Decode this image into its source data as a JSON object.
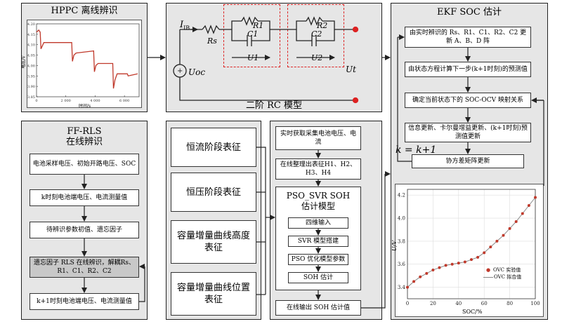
{
  "hppc": {
    "title": "HPPC 离线辨识",
    "ylabel": "电压/V",
    "xlabel": "时间/s",
    "yticks": [
      "4.20",
      "4.15",
      "4.10",
      "4.05",
      "4.00",
      "3.95",
      "3.90",
      "3.85"
    ],
    "xticks": [
      "0",
      "2 000",
      "4 000",
      "6 000"
    ]
  },
  "ffrls": {
    "title_line1": "FF-RLS",
    "title_line2": "在线辨识",
    "steps": [
      "电池采样电压、初始开路电压、SOC",
      "k时刻电池端电压、电流测量值",
      "待辨识参数初值、遗忘因子",
      "遗忘因子 RLS 在线辨识，解耦Rs、R1、C1、R2、C2",
      "k+1时刻电池端电压、电流测量值"
    ]
  },
  "circuit": {
    "title": "二阶 RC 模型",
    "ib": "IB",
    "rs": "Rs",
    "r1": "R1",
    "c1": "C1",
    "r2": "R2",
    "c2": "C2",
    "u1": "U1",
    "u2": "U2",
    "uoc": "Uoc",
    "ut": "Ut"
  },
  "features": {
    "items": [
      "恒流阶段表征",
      "恒压阶段表征",
      "容量增量曲线高度表征",
      "容量增量曲线位置表征"
    ]
  },
  "soh": {
    "step1": "实时获取采集电池电压、电流",
    "step2": "在线整理出表征H1、H2、H3、H4",
    "model_title_line1": "PSO_SVR SOH",
    "model_title_line2": "估计模型",
    "sub": [
      "四维输入",
      "SVR 模型搭建",
      "PSO 优化模型参数",
      "SOH 估计"
    ],
    "output": "在线输出 SOH 估计值"
  },
  "ekf": {
    "title": "EKF SOC 估计",
    "steps": [
      "由实时辨识的 Rs、R1、C1、R2、C2 更新 A、B、D 阵",
      "由状态方程计算下一步(k+1时刻)的预测值",
      "确定当前状态下的 SOC-OCV 映射关系",
      "信息更新、卡尔曼增益更新、(k+1时刻)预测值更新",
      "协方差矩阵更新"
    ],
    "loop_label": "k = k+1"
  },
  "chart_data": {
    "type": "scatter",
    "xlabel": "SOC/%",
    "ylabel": "U/V",
    "xlim": [
      0,
      100
    ],
    "ylim": [
      3.3,
      4.25
    ],
    "xticks": [
      0,
      20,
      40,
      60,
      80,
      100
    ],
    "yticks": [
      3.4,
      3.6,
      3.8,
      4.0,
      4.2
    ],
    "legend_position": "bottom-right",
    "grid": true,
    "series": [
      {
        "name": "OVC 实验值",
        "color": "#c0392b",
        "x": [
          0,
          5,
          10,
          15,
          20,
          25,
          30,
          35,
          40,
          45,
          50,
          55,
          60,
          65,
          70,
          75,
          80,
          85,
          90,
          95,
          100
        ],
        "y": [
          3.4,
          3.45,
          3.49,
          3.52,
          3.55,
          3.57,
          3.59,
          3.6,
          3.61,
          3.62,
          3.64,
          3.66,
          3.7,
          3.75,
          3.8,
          3.85,
          3.91,
          3.97,
          4.04,
          4.11,
          4.18
        ]
      },
      {
        "name": "OVC 拟合值",
        "color": "#888888",
        "x": [
          0,
          5,
          10,
          15,
          20,
          25,
          30,
          35,
          40,
          45,
          50,
          55,
          60,
          65,
          70,
          75,
          80,
          85,
          90,
          95,
          100
        ],
        "y": [
          3.4,
          3.45,
          3.49,
          3.52,
          3.55,
          3.57,
          3.59,
          3.6,
          3.61,
          3.62,
          3.64,
          3.66,
          3.7,
          3.75,
          3.8,
          3.85,
          3.91,
          3.97,
          4.04,
          4.11,
          4.18
        ]
      }
    ]
  }
}
